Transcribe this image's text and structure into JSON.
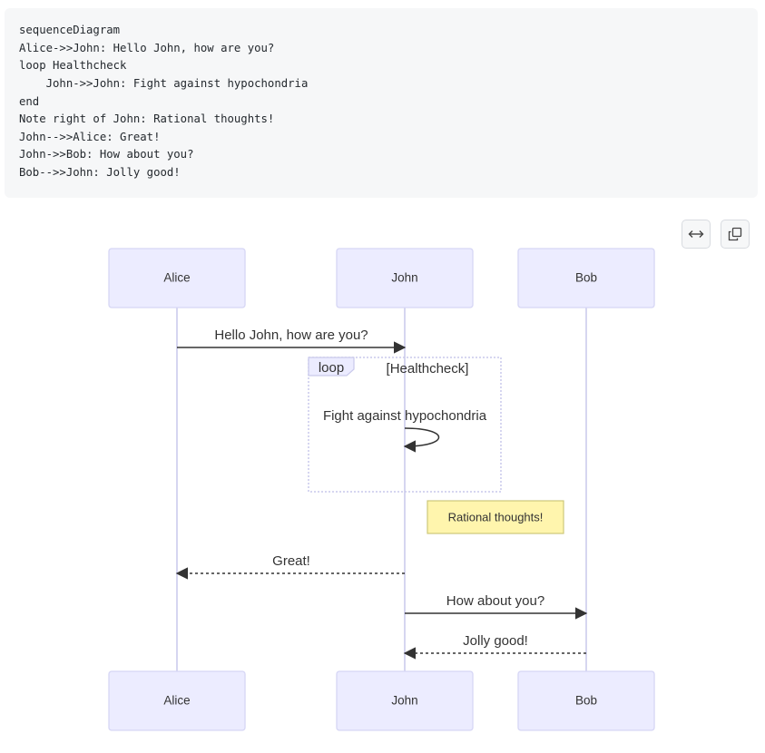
{
  "code": {
    "lines": [
      "sequenceDiagram",
      "Alice->>John: Hello John, how are you?",
      "loop Healthcheck",
      "    John->>John: Fight against hypochondria",
      "end",
      "Note right of John: Rational thoughts!",
      "John-->>Alice: Great!",
      "John->>Bob: How about you?",
      "Bob-->>John: Jolly good!"
    ]
  },
  "toolbar": {
    "buttons": [
      {
        "name": "expand-width-button",
        "icon": "arrows-horizontal-icon"
      },
      {
        "name": "copy-button",
        "icon": "copy-icon"
      }
    ]
  },
  "diagram": {
    "participants": [
      "Alice",
      "John",
      "Bob"
    ],
    "messages": [
      {
        "from": "Alice",
        "to": "John",
        "text": "Hello John, how are you?",
        "style": "solid"
      },
      {
        "from": "John",
        "to": "John",
        "text": "Fight against hypochondria",
        "style": "solid"
      },
      {
        "from": "John",
        "to": "Alice",
        "text": "Great!",
        "style": "dotted"
      },
      {
        "from": "John",
        "to": "Bob",
        "text": "How about you?",
        "style": "solid"
      },
      {
        "from": "Bob",
        "to": "John",
        "text": "Jolly good!",
        "style": "dotted"
      }
    ],
    "loop": {
      "keyword": "loop",
      "condition": "[Healthcheck]"
    },
    "note": {
      "position": "right of John",
      "text": "Rational thoughts!"
    },
    "colors": {
      "actor_fill": "#ECECFF",
      "actor_border": "#D6D6F5",
      "lifeline": "#C9C9EB",
      "arrow": "#333333",
      "loop_border": "#C9C9EB",
      "loop_label_fill": "#ECECFF",
      "note_fill": "#FFF5AD",
      "note_border": "#CDC77A"
    }
  }
}
